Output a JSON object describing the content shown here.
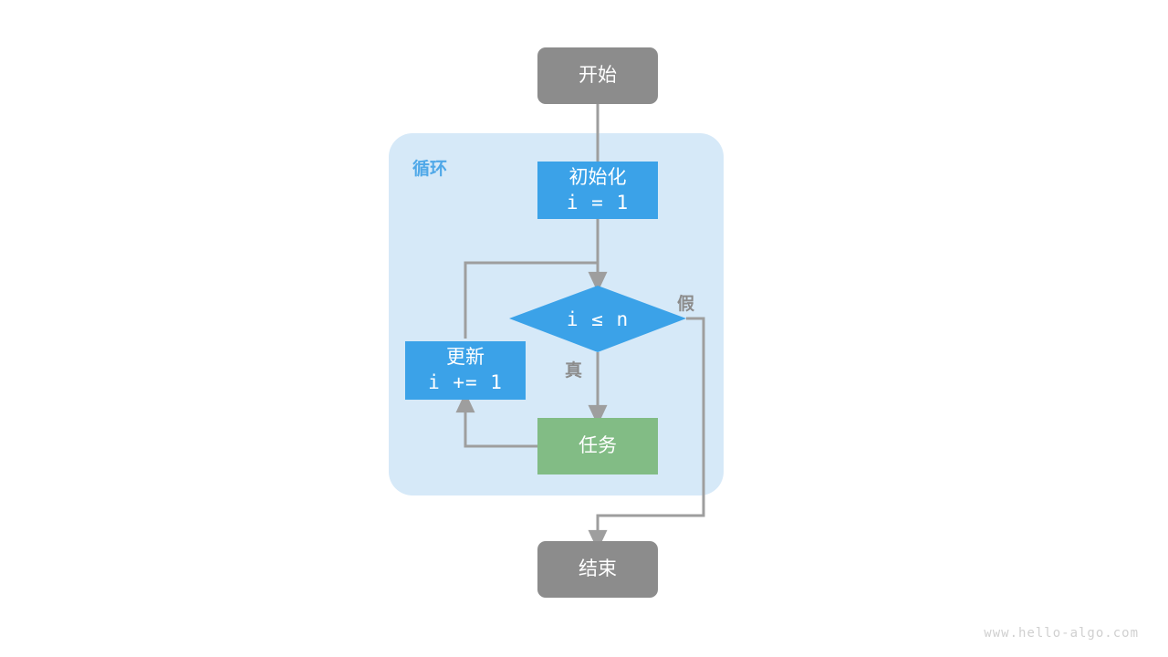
{
  "diagram": {
    "type": "flowchart",
    "title_watermark": "www.hello-algo.com",
    "colors": {
      "terminal": "#8C8C8C",
      "process": "#3BA2E8",
      "task": "#82BC85",
      "loop_container": "#D6E9F8",
      "connector": "#9E9E9E",
      "loop_label": "#4FA8E8",
      "branch_label": "#8C8C8C",
      "node_text": "#FFFFFF",
      "background": "#FFFFFF"
    },
    "loop_group": {
      "label": "循环"
    },
    "nodes": {
      "start": {
        "label": "开始"
      },
      "init": {
        "line1": "初始化",
        "line2": "i = 1"
      },
      "condition": {
        "label": "i ≤ n"
      },
      "update": {
        "line1": "更新",
        "line2": "i += 1"
      },
      "task": {
        "label": "任务"
      },
      "end": {
        "label": "结束"
      }
    },
    "edges": {
      "true_label": "真",
      "false_label": "假"
    }
  }
}
